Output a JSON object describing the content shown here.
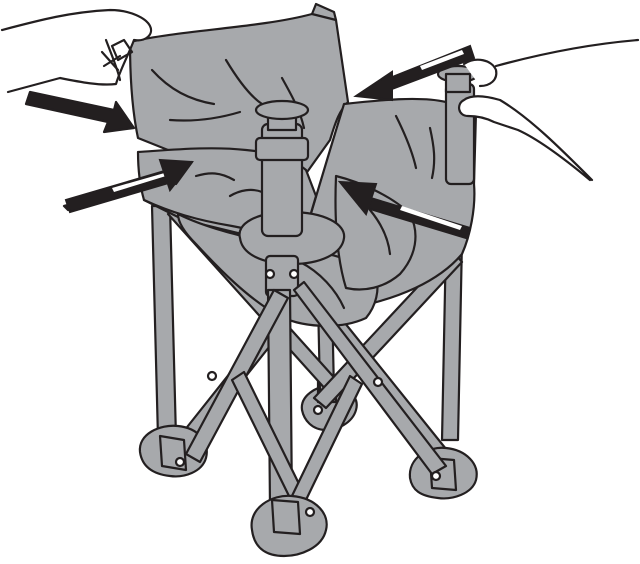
{
  "figure": {
    "subject": "folding-chair-assembly",
    "colors": {
      "background": "#ffffff",
      "line": "#231f20",
      "fabric": "#a7a9ac",
      "fabric_shadow": "#8c8e91",
      "frame": "#a7a9ac",
      "arrow": "#231f20",
      "arrow_highlight": "#ffffff"
    },
    "arrows": {
      "count": 4,
      "direction": "inward"
    },
    "hands": {
      "count": 2
    }
  }
}
